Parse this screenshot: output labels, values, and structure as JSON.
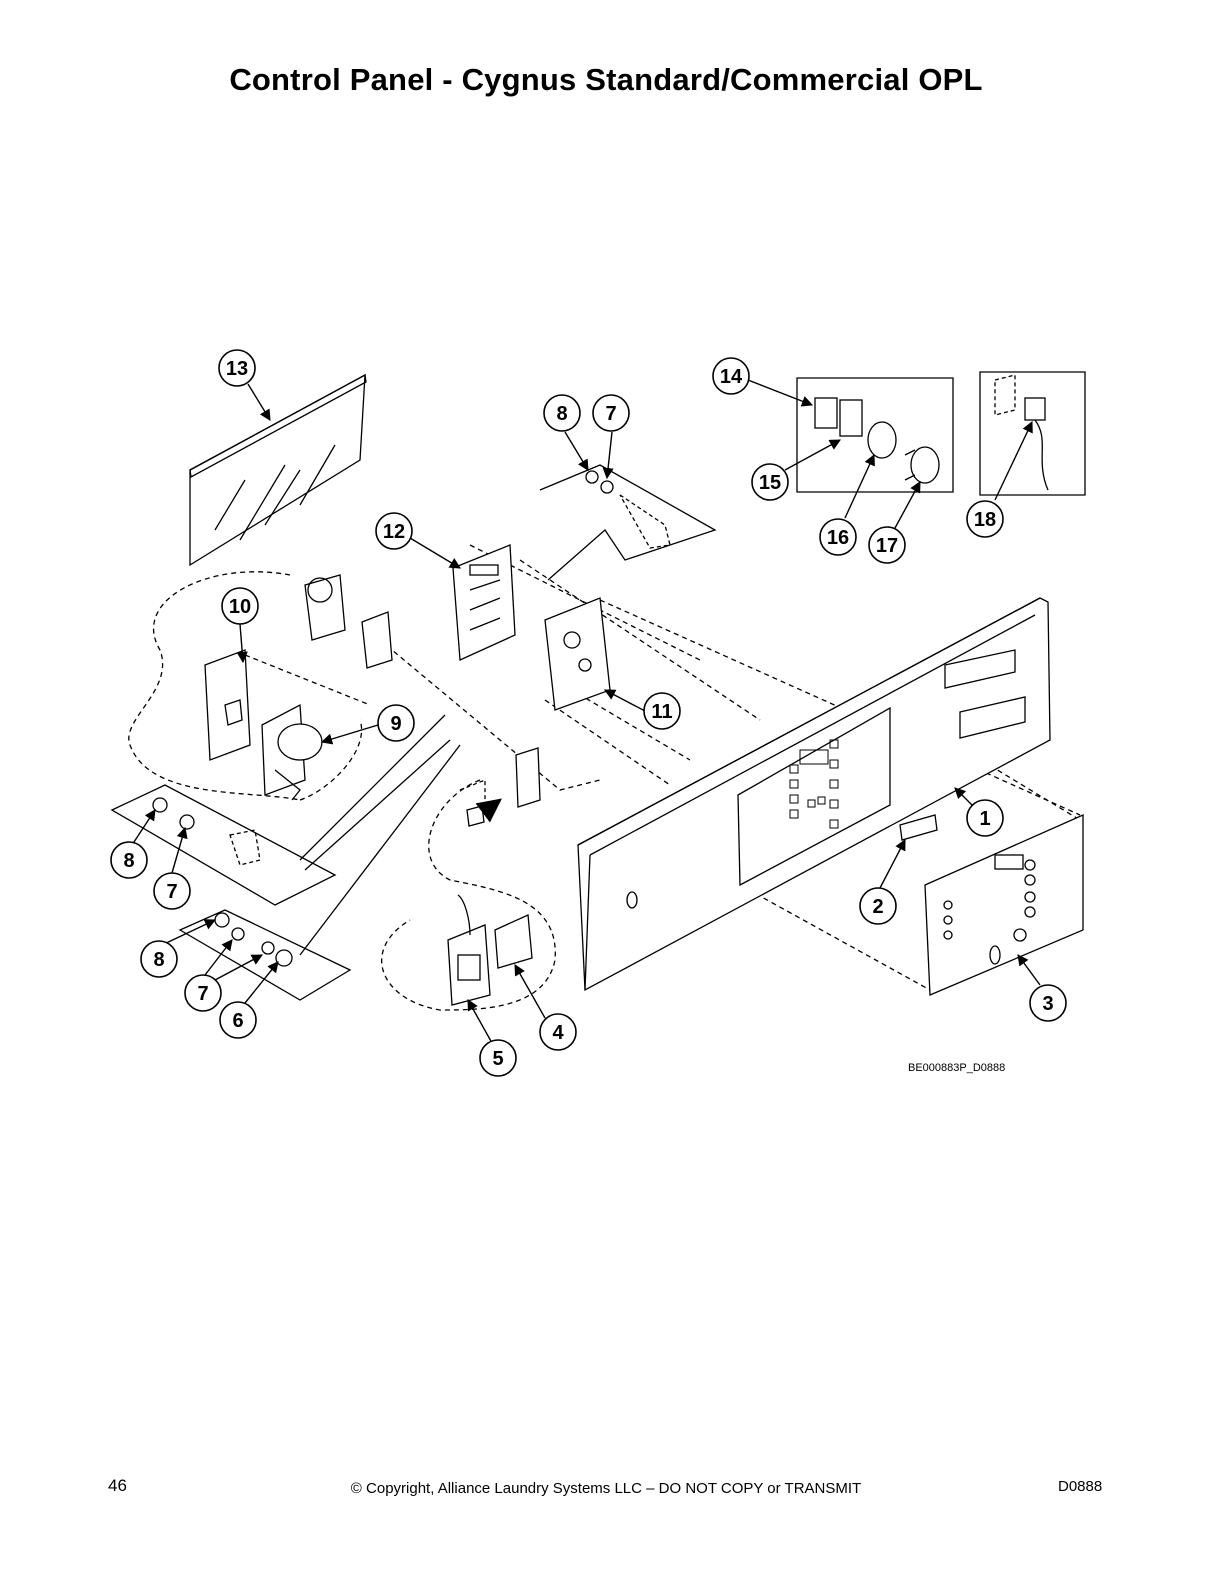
{
  "page": {
    "title": "Control Panel - Cygnus Standard/Commercial OPL",
    "figure_id": "BE000883P_D0888",
    "page_number": "46",
    "copyright": "© Copyright, Alliance Laundry Systems LLC – DO NOT COPY or TRANSMIT",
    "doc_code": "D0888"
  },
  "callouts": {
    "c1": "1",
    "c2": "2",
    "c3": "3",
    "c4": "4",
    "c5": "5",
    "c6": "6",
    "c7a": "7",
    "c7b": "7",
    "c7c": "7",
    "c8a": "8",
    "c8b": "8",
    "c8c": "8",
    "c9": "9",
    "c10": "10",
    "c11": "11",
    "c12": "12",
    "c13": "13",
    "c14": "14",
    "c15": "15",
    "c16": "16",
    "c17": "17",
    "c18": "18"
  }
}
